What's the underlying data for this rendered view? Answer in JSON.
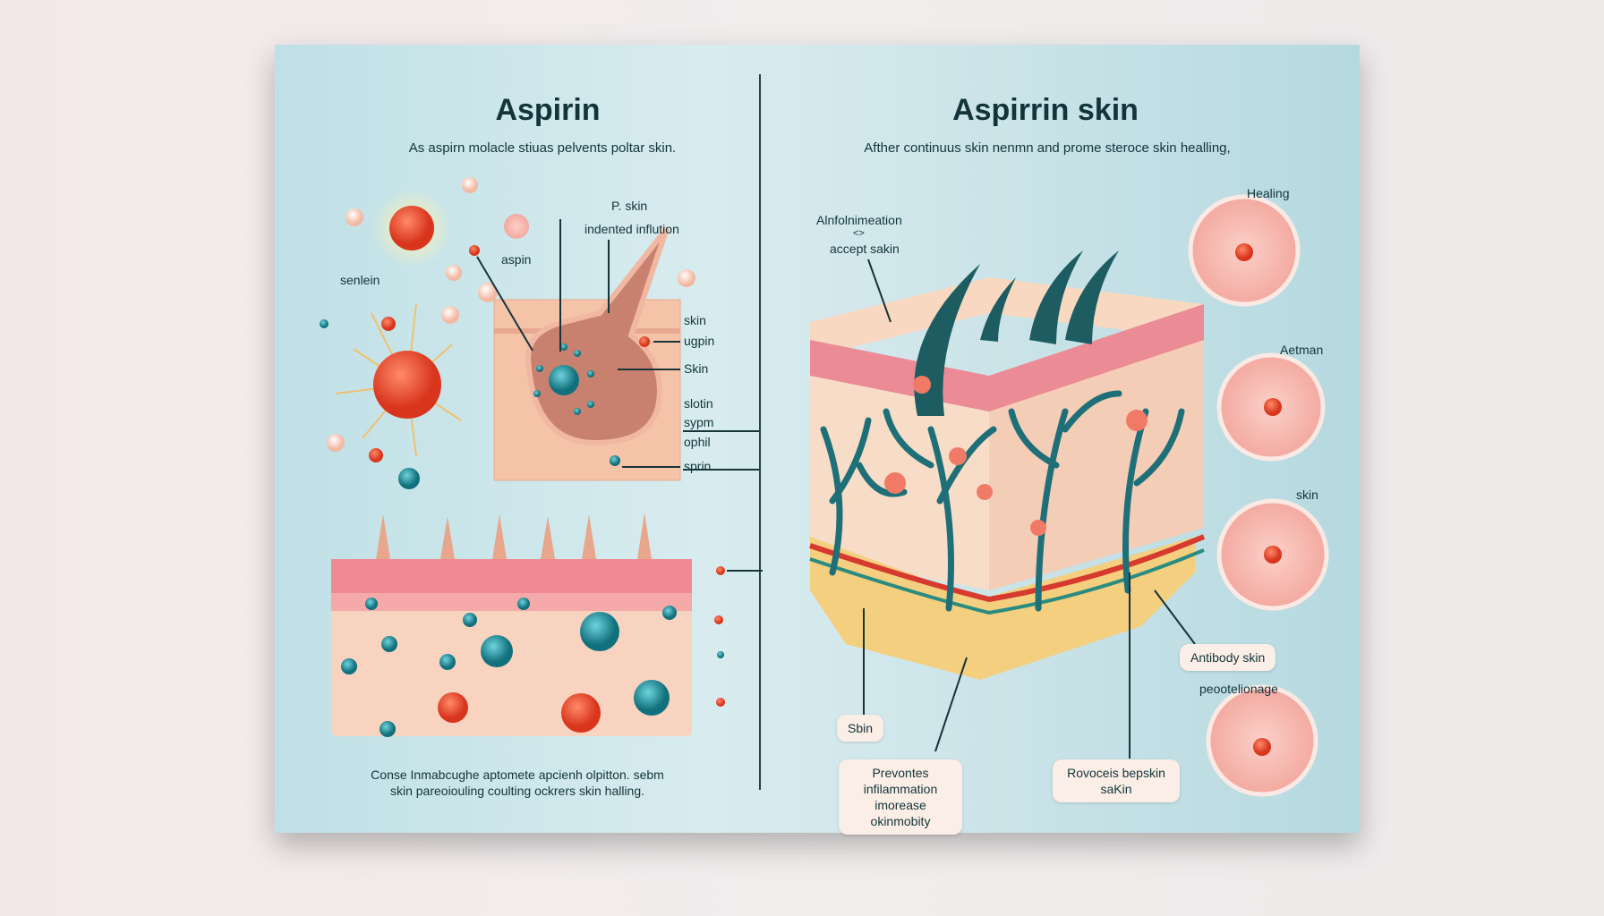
{
  "left_panel": {
    "title": "Aspirin",
    "subtitle": "As aspirn molacle stiuas pelvents poltar skin.",
    "labels": [
      "P. skin",
      "indented inflution",
      "aspin",
      "senlein",
      "skin",
      "ugpin",
      "Skin",
      "slotin",
      "sypm",
      "ophil",
      "sprin"
    ],
    "caption": [
      "Conse Inmabcughe aptomete apcienh olpitton. sebm",
      "skin pareoiouling coulting ockrers skin halling."
    ]
  },
  "right_panel": {
    "title": "Aspirrin skin",
    "subtitle": "Afther continuus skin nenmn and prome steroce skin healling,",
    "labels": {
      "top_left": [
        "Alnfolnimeation",
        "<>",
        "accept sakin"
      ],
      "circle_1": "Healing",
      "circle_2": "Aetman",
      "circle_3": "skin",
      "circle_4": "peootelionage"
    },
    "boxes": {
      "skin": "Sbin",
      "prevents": [
        "Prevontes infilammation",
        "imorease okinmobity"
      ],
      "revocets": [
        "Rovoceis bepskin",
        "saKin"
      ],
      "antibody": "Antibody skin"
    }
  },
  "colors": {
    "background": "#cfe6ea",
    "title": "#12343a",
    "teal": "#1f6f78",
    "red": "#e8452c",
    "skin": "#f5c6b0"
  }
}
